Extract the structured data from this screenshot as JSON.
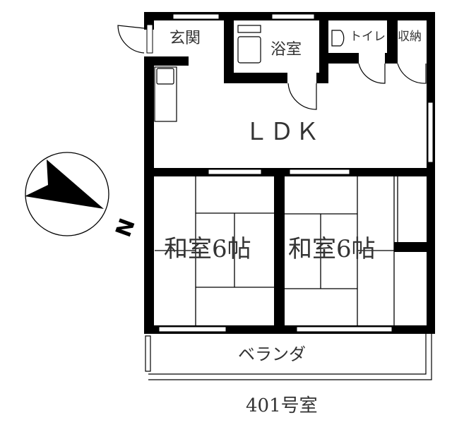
{
  "plan": {
    "rooms": {
      "entrance": "玄関",
      "bath": "浴室",
      "toilet": "トイレ",
      "storage": "収納",
      "ldk": "ＬＤＫ",
      "washitsu_left": "和室6帖",
      "washitsu_right": "和室6帖",
      "veranda": "ベランダ"
    },
    "unit_label": "401号室",
    "compass_label": "N"
  },
  "colors": {
    "wall": "#000000",
    "text": "#333333"
  }
}
